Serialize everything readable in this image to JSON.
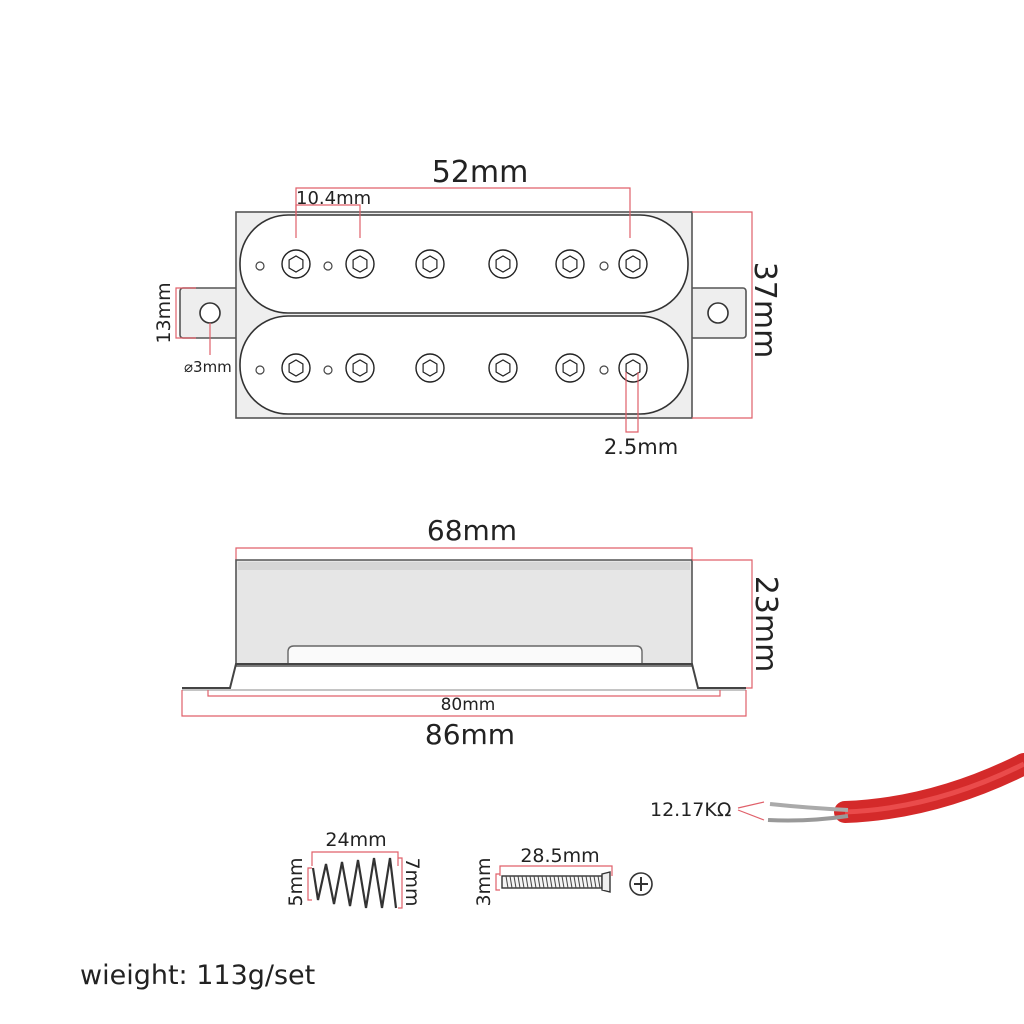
{
  "top_view": {
    "width_label": "52mm",
    "pole_spacing_label": "10.4mm",
    "height_label": "37mm",
    "ear_label": "13mm",
    "hole_label": "⌀3mm",
    "pole_diameter_label": "2.5mm"
  },
  "side_view": {
    "cover_length_label": "68mm",
    "height_label": "23mm",
    "mount_holes_label": "80mm",
    "total_length_label": "86mm"
  },
  "wire": {
    "resistance_label": "12.17KΩ",
    "insulation_color": "#d42a2a"
  },
  "spring": {
    "length_label": "24mm",
    "small_diameter_label": "5mm",
    "large_diameter_label": "7mm"
  },
  "screw": {
    "length_label": "28.5mm",
    "diameter_label": "3mm"
  },
  "weight_label": "wieight: 113g/set",
  "accent_color": "#e0606a"
}
